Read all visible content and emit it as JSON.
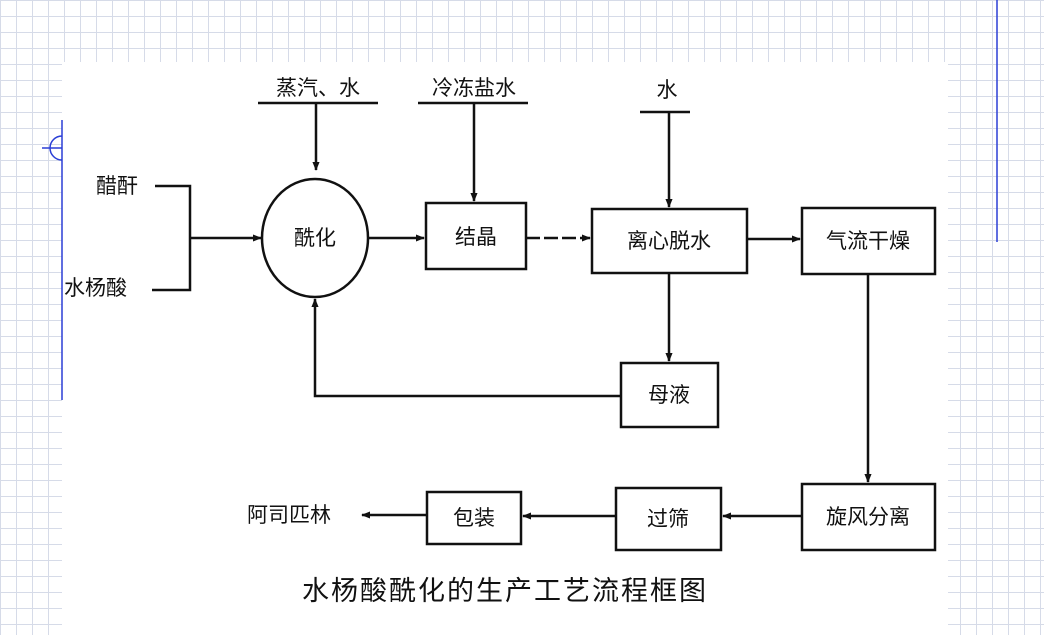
{
  "inputs": {
    "steam_water": "蒸汽、水",
    "brine": "冷冻盐水",
    "water": "水",
    "acetic_anhydride": "醋酐",
    "salicylic_acid": "水杨酸"
  },
  "nodes": {
    "acylation": "酰化",
    "crystallization": "结晶",
    "centrifuge": "离心脱水",
    "air_drying": "气流干燥",
    "mother_liquor": "母液",
    "cyclone": "旋风分离",
    "sieving": "过筛",
    "packaging": "包装"
  },
  "output": {
    "product": "阿司匹林"
  },
  "caption": "水杨酸酰化的生产工艺流程框图"
}
